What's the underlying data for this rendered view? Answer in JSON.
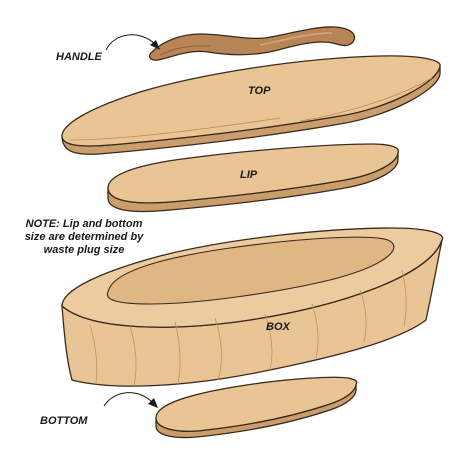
{
  "labels": {
    "handle": "HANDLE",
    "top": "TOP",
    "lip": "LIP",
    "box": "BOX",
    "bottom": "BOTTOM"
  },
  "note": {
    "lead": "NOTE:",
    "body": "Lip and bottom size are determined by waste plug size"
  },
  "colors": {
    "wood": "#e9c596",
    "wood_dark": "#c99e6c",
    "handle": "#b98556",
    "outline": "#3a2a1a"
  }
}
